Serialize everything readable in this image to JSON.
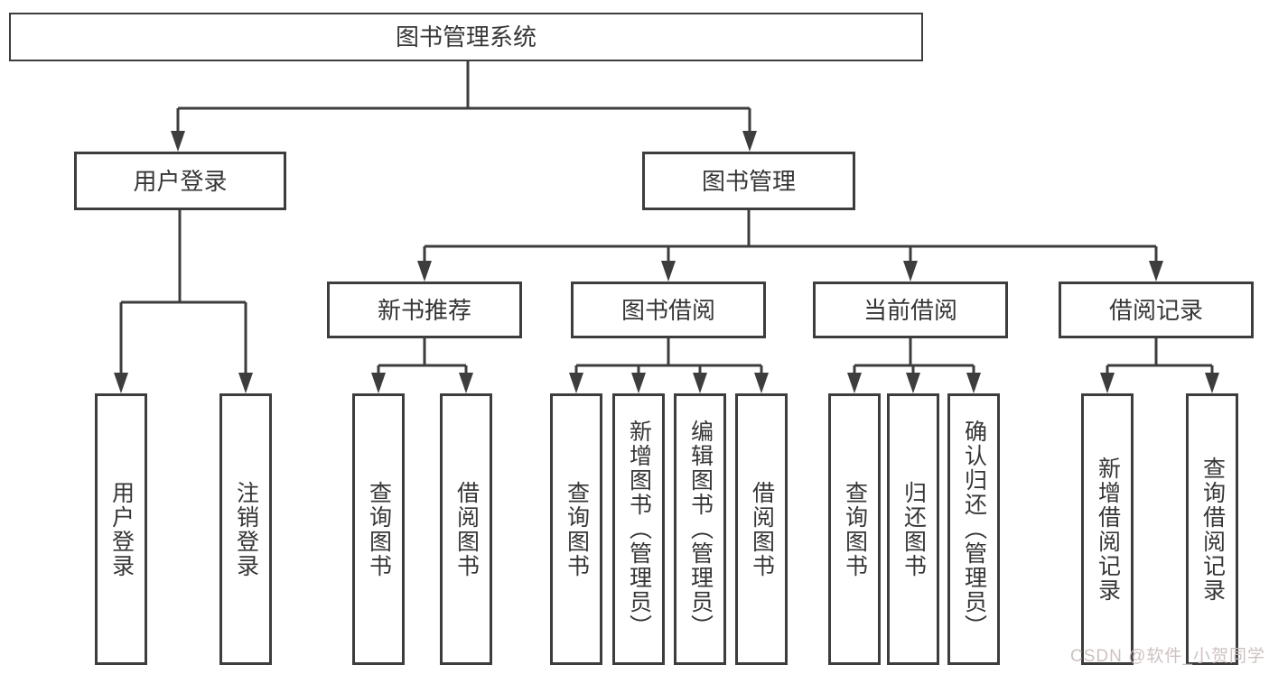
{
  "colors": {
    "line": "#3d3d3d",
    "box_border": "#3d3d3d",
    "box_background": "#ffffff",
    "text": "#363636",
    "watermark": "#cbbebe",
    "page_background": "#ffffff"
  },
  "tree": {
    "label": "图书管理系统",
    "children": [
      {
        "label": "用户登录",
        "children": [
          {
            "label": "用户登录"
          },
          {
            "label": "注销登录"
          }
        ]
      },
      {
        "label": "图书管理",
        "children": [
          {
            "label": "新书推荐",
            "children": [
              {
                "label": "查询图书"
              },
              {
                "label": "借阅图书"
              }
            ]
          },
          {
            "label": "图书借阅",
            "children": [
              {
                "label": "查询图书"
              },
              {
                "label": "新增图书（管理员）"
              },
              {
                "label": "编辑图书（管理员）"
              },
              {
                "label": "借阅图书"
              }
            ]
          },
          {
            "label": "当前借阅",
            "children": [
              {
                "label": "查询图书"
              },
              {
                "label": "归还图书"
              },
              {
                "label": "确认归还（管理员）"
              }
            ]
          },
          {
            "label": "借阅记录",
            "children": [
              {
                "label": "新增借阅记录"
              },
              {
                "label": "查询借阅记录"
              }
            ]
          }
        ]
      }
    ]
  },
  "watermark": {
    "text": "CSDN @软件_小贺同学"
  }
}
